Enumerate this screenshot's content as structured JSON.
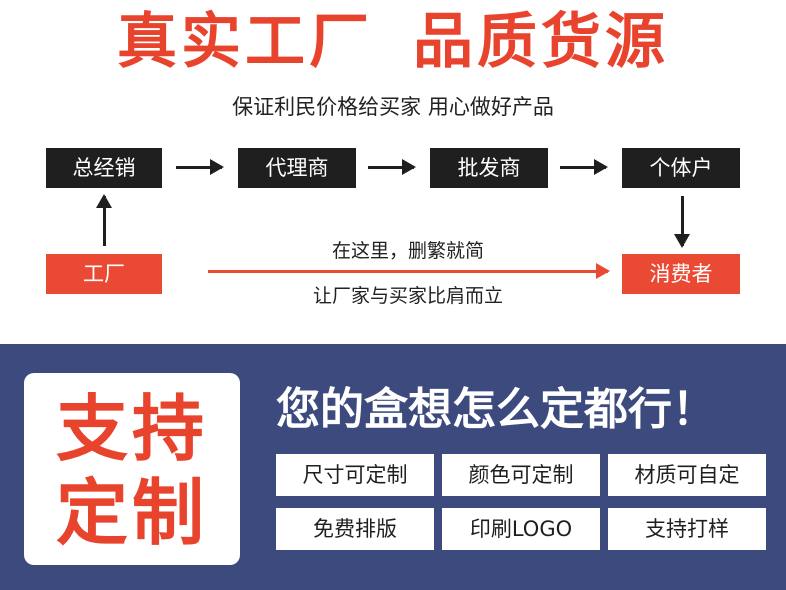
{
  "header": {
    "headline_left": "真实工厂",
    "headline_right": "品质货源",
    "subline": "保证利民价格给买家 用心做好产品"
  },
  "flow": {
    "chain": [
      "总经销",
      "代理商",
      "批发商",
      "个体户"
    ],
    "factory": "工厂",
    "consumer": "消费者",
    "note_top": "在这里，删繁就简",
    "note_bottom": "让厂家与买家比肩而立"
  },
  "promo": {
    "card_line1": "支持",
    "card_line2": "定制",
    "slogan": "您的盒想怎么定都行！",
    "tags": [
      "尺寸可定制",
      "颜色可定制",
      "材质可自定",
      "免费排版",
      "印刷LOGO",
      "支持打样"
    ]
  },
  "colors": {
    "accent": "#e8432d",
    "dark": "#1f1f1f",
    "band": "#3c4a7e"
  }
}
